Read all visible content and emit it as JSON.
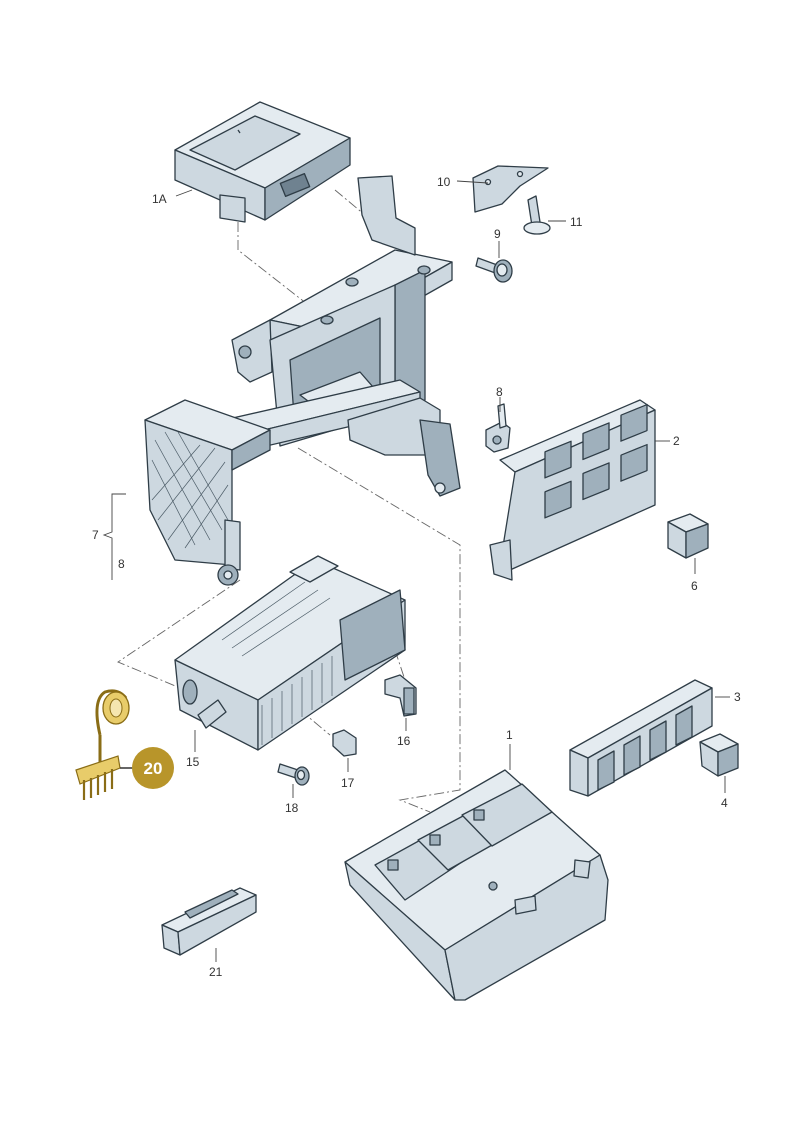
{
  "labels": {
    "p1": "1",
    "p1a": "1A",
    "p2": "2",
    "p3": "3",
    "p4": "4",
    "p6": "6",
    "p7": "7",
    "p8a": "8",
    "p8b": "8",
    "p9": "9",
    "p10": "10",
    "p11": "11",
    "p15": "15",
    "p16": "16",
    "p17": "17",
    "p18": "18",
    "p20": "20",
    "p21": "21"
  },
  "colors": {
    "highlight_badge": "#b8952a",
    "highlight_part": "#e8cc6a",
    "part_light": "#e4ebf0",
    "part_mid": "#cdd8e0",
    "part_dark": "#9fb0bc"
  }
}
